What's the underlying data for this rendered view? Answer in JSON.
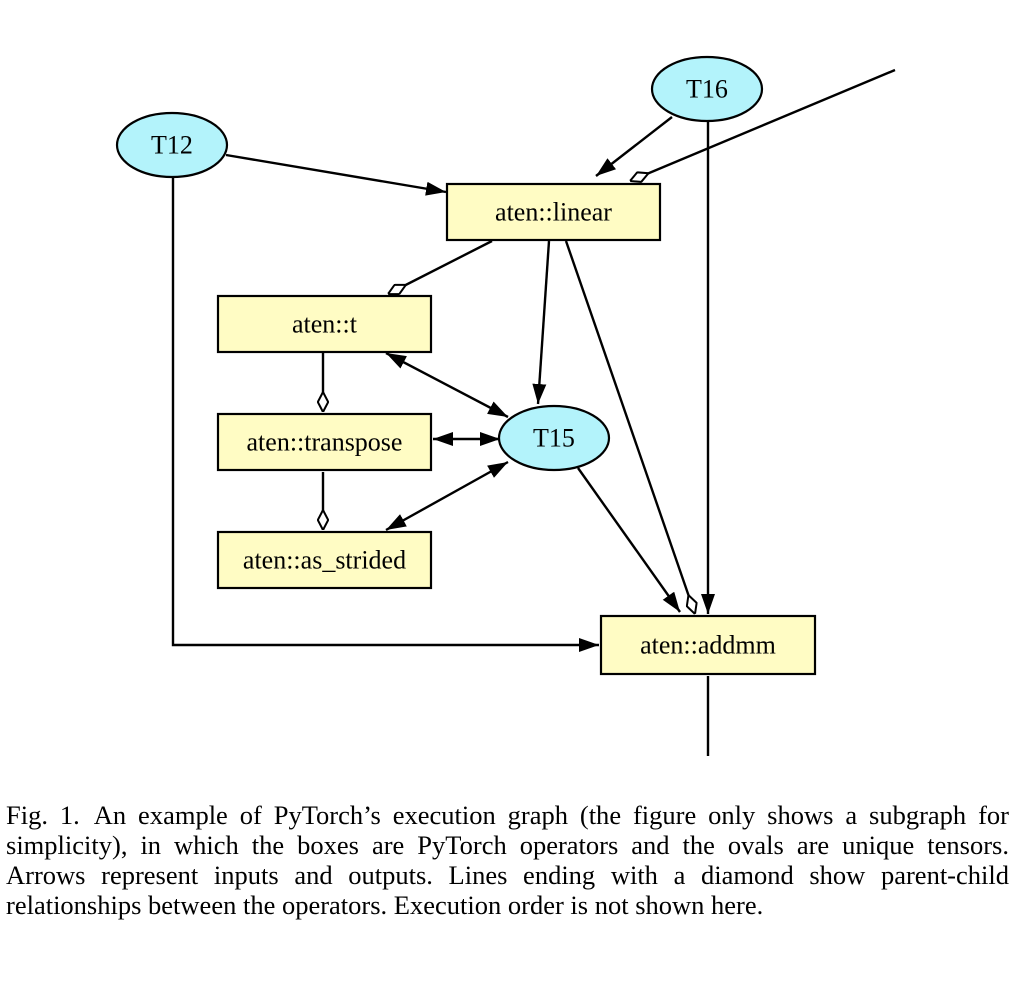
{
  "nodes": {
    "T12": "T12",
    "T16": "T16",
    "T15": "T15",
    "linear": "aten::linear",
    "t": "aten::t",
    "transpose": "aten::transpose",
    "as_strided": "aten::as_strided",
    "addmm": "aten::addmm"
  },
  "caption": {
    "fig_label": "Fig. 1.",
    "text": "An example of PyTorch’s execution graph (the figure only shows a subgraph for simplicity), in which the boxes are PyTorch operators and the ovals are unique tensors. Arrows represent inputs and outputs. Lines ending with a diamond show parent-child relationships between the operators. Execution order is not shown here."
  },
  "colors": {
    "operator_fill": "#fffcc4",
    "tensor_fill": "#b3f3fb"
  }
}
